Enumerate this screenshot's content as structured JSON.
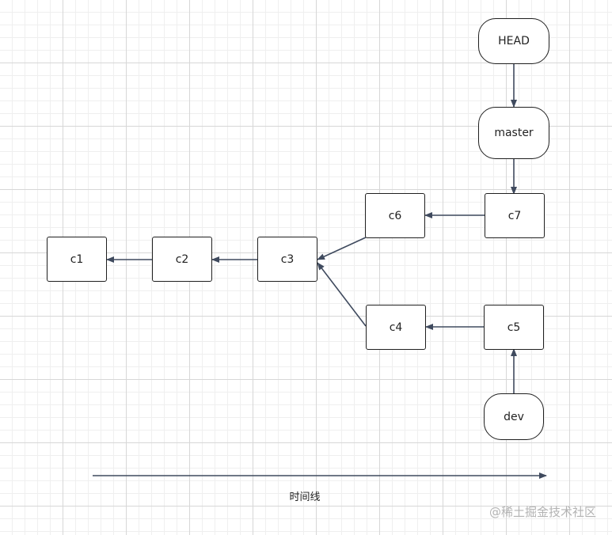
{
  "diagram": {
    "commits": [
      {
        "id": "c1",
        "label": "c1"
      },
      {
        "id": "c2",
        "label": "c2"
      },
      {
        "id": "c3",
        "label": "c3"
      },
      {
        "id": "c4",
        "label": "c4"
      },
      {
        "id": "c5",
        "label": "c5"
      },
      {
        "id": "c6",
        "label": "c6"
      },
      {
        "id": "c7",
        "label": "c7"
      }
    ],
    "refs": [
      {
        "id": "head",
        "label": "HEAD"
      },
      {
        "id": "master",
        "label": "master"
      },
      {
        "id": "dev",
        "label": "dev"
      }
    ],
    "edges": [
      {
        "from": "c2",
        "to": "c1"
      },
      {
        "from": "c3",
        "to": "c2"
      },
      {
        "from": "c6",
        "to": "c3"
      },
      {
        "from": "c4",
        "to": "c3"
      },
      {
        "from": "c7",
        "to": "c6"
      },
      {
        "from": "c5",
        "to": "c4"
      },
      {
        "from": "head",
        "to": "master"
      },
      {
        "from": "master",
        "to": "c7"
      },
      {
        "from": "dev",
        "to": "c5"
      }
    ],
    "timeline_label": "时间线"
  },
  "watermark": "@稀土掘金技术社区",
  "colors": {
    "line": "#3f4a5e",
    "node_border": "#1f1f1f",
    "grid": "#d7d7d7"
  }
}
